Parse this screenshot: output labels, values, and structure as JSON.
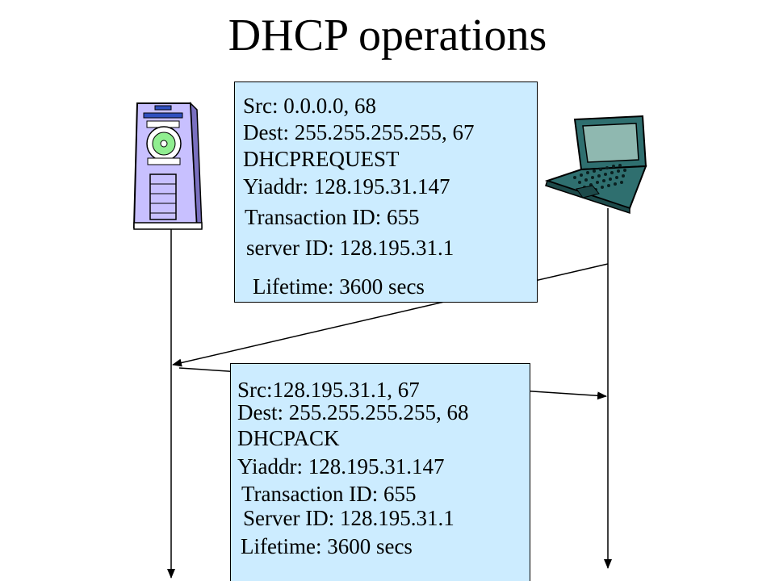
{
  "title": "DHCP operations",
  "request": {
    "src": "Src: 0.0.0.0, 68",
    "dest": "Dest: 255.255.255.255, 67",
    "type": "DHCPREQUEST",
    "yiaddr": "Yiaddr: 128.195.31.147",
    "transaction": "Transaction ID: 655",
    "server": "server ID: 128.195.31.1",
    "lifetime": "Lifetime: 3600 secs"
  },
  "ack": {
    "src": "Src:128.195.31.1, 67",
    "dest": "Dest: 255.255.255.255, 68",
    "type": "DHCPACK",
    "yiaddr": "Yiaddr: 128.195.31.147",
    "transaction": "Transaction ID: 655",
    "server": "Server ID: 128.195.31.1",
    "lifetime": "Lifetime: 3600 secs"
  },
  "icons": {
    "server": "server-tower-icon",
    "client": "laptop-icon"
  },
  "colors": {
    "box_fill": "#ccecff",
    "server_body": "#c8c0ff",
    "laptop_body": "#2f6f6f",
    "laptop_screen": "#8fb8b0"
  }
}
